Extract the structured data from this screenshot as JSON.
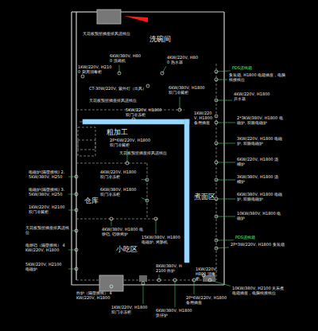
{
  "diagram": {
    "labels": [
      "天花板预留插座排风进线位",
      "洗碗间",
      "1KW/220V, H2100 厨房消毒柜",
      "6KW/380V, H800 洗碗机",
      "4KW/220V, H800 热水器",
      "PDS进线箱",
      "集装箱, H1800 电箱插座，电脑线接线位",
      "4KW/220V, H1800 开水器",
      "CT-30W/220V, 紫外灯（出风）",
      "天花板预留插座排风进线位",
      "5KW/220V, H1800 双门冷冻柜",
      "6KW/380V, H1800 双门冷藏柜",
      "1KW/220V, H1800 备用插座",
      "粗加工",
      "2P*6W/220V, H1800 双门冷藏柜",
      "天花板预留插座排风进线位",
      "电磁炉(隔壁接线) 2.5KW/380V, H250",
      "电磁炉(隔壁接线) 3.5KW/380V, H250",
      "1KW/220V, H2100 双门冷藏柜",
      "仓库",
      "4KW/220V, H1800 双门冷冻柜",
      "6KW/380V, H1800 双门冷冻柜",
      "煮面区",
      "4KW/380V, H1800 电饼铛, 铛饼烤炉",
      "天花板预留插座排风进线位",
      "电饼铛（隔壁接线） 4KW/220V, H1800",
      "5KW/220V, H2100 电磁炉",
      "小吃区",
      "15KW/380V, H1800 电磁炉, 烤肠机",
      "8KW/380V, H2100 炸炉",
      "2*3KW/380V, H1800 电磁炉, 双眼电磁炉",
      "3KW/220V, H1800 电磁炉, 双眼电磁炉",
      "6KW/220V, H1800 汤桶炉",
      "3KW/380V, H1800 汤桶炉",
      "6KW/380V, H1800 电磁炉, 双眼电磁炉",
      "10KW/380V, H1800 电磁炉",
      "PDS进线箱",
      "2P*3W/220V, H1800 集装箱",
      "10KW/380V, H2100 关东煮 电箱插座，电脑线接线位",
      "炸炉（隔壁接线） 4KW/220V, H1800",
      "1KW/220V, H1800 双门冷冻柜",
      "6KW/380V, H1800 煲仔炉",
      "2P*6W/220V, H1800 备用插座",
      "1KW/220V, H800 消毒柜"
    ]
  }
}
